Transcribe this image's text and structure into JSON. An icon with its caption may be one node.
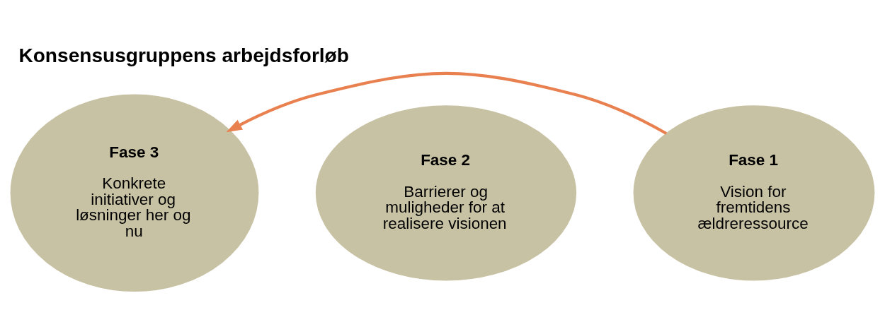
{
  "diagram": {
    "title": "Konsensusgruppens arbejdsforløb",
    "nodes": [
      {
        "text": [
          "Fase 1",
          "Vision for fremtidens ældreressource"
        ]
      },
      {
        "text": [
          "Fase 2",
          "Barrierer og muligheder for at realisere visionen"
        ]
      },
      {
        "text": [
          "Fase 3",
          "Konkrete initiativer og løsninger her og nu"
        ]
      }
    ],
    "edges": [
      {
        "from": 0,
        "to": 2,
        "arrow": "to"
      }
    ]
  }
}
